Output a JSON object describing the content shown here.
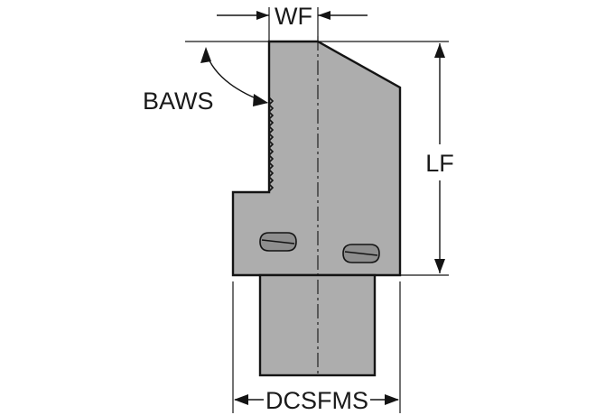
{
  "labels": {
    "wf": "WF",
    "baws": "BAWS",
    "lf": "LF",
    "dcsfms": "DCSFMS"
  },
  "colors": {
    "body": "#adadad",
    "outline": "#141414",
    "slot": "#8e8e8e"
  }
}
